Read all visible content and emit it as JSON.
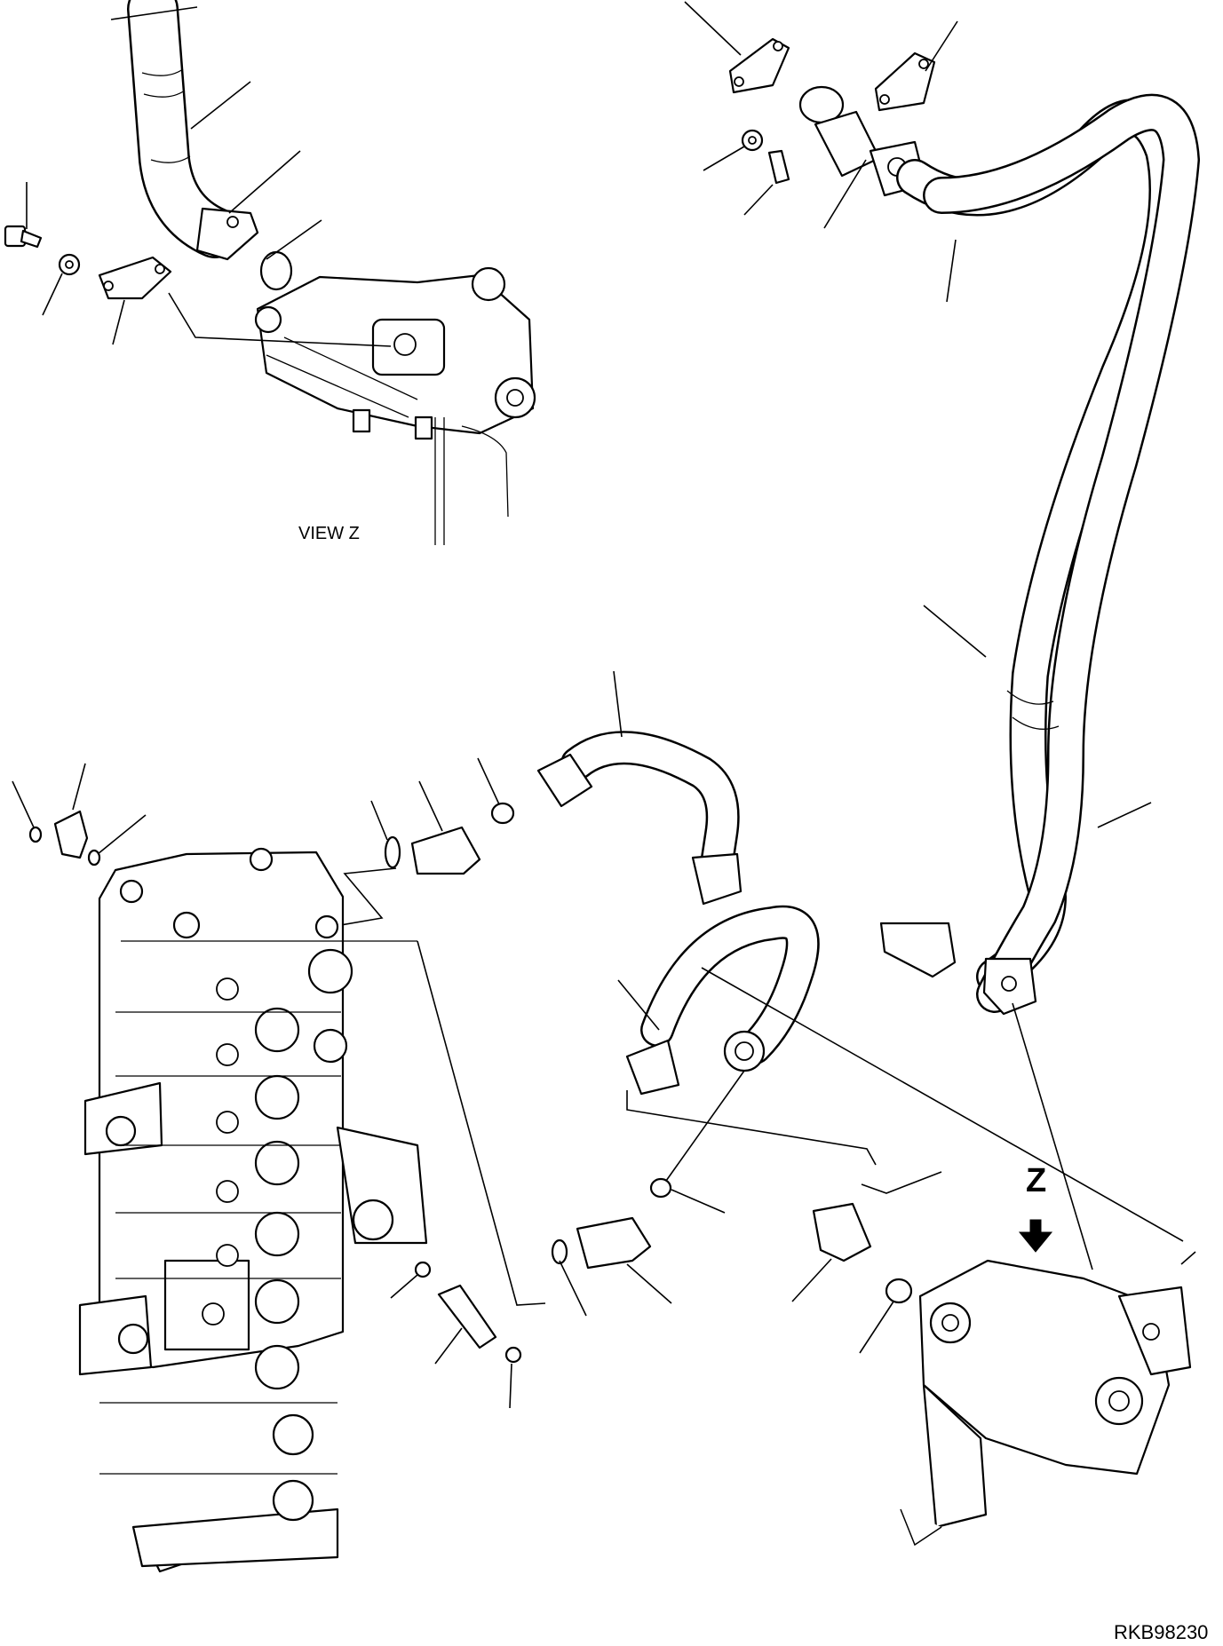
{
  "labels": {
    "view_label": "VIEW Z",
    "view_marker": "Z",
    "drawing_number": "RKB98230"
  }
}
